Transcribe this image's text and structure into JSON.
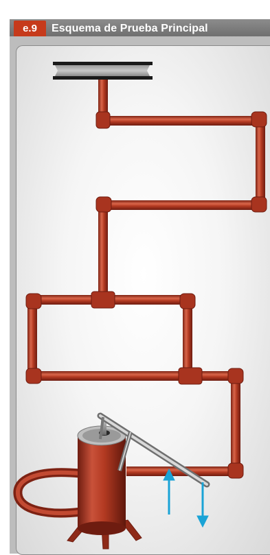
{
  "figure": {
    "number": "e.9",
    "title": "Esquema de Prueba Principal"
  },
  "colors": {
    "pipe": "#b33a22",
    "pipe_dark": "#7d2213",
    "pipe_light": "#d9664a",
    "badge": "#c63a1b",
    "header_bar": "#7d7d7d",
    "flow_arrow": "#1aa3d6"
  },
  "elements": {
    "ceiling_beam": "beam",
    "main_pipe": "piping",
    "loop_pipe": "bypass-loop",
    "test_pump": "hand-test-pump",
    "pump_hose": "hose",
    "flow_in": "arrow-up",
    "flow_out": "arrow-down"
  }
}
